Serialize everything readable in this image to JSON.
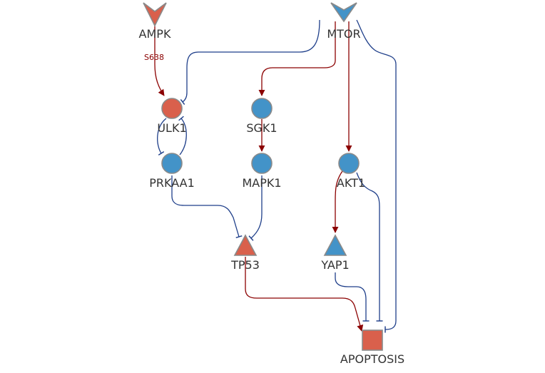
{
  "colors": {
    "up": "#d9604c",
    "down": "#4393c8",
    "activation": "#8b0000",
    "inhibition": "#1f3f8a",
    "node_border": "#8a8a8a",
    "label": "#333333"
  },
  "nodes": {
    "ampk": {
      "label": "AMPK",
      "shape": "vee",
      "color": "up"
    },
    "mtor": {
      "label": "MTOR",
      "shape": "vee",
      "color": "down"
    },
    "ulk1": {
      "label": "ULK1",
      "shape": "circle",
      "color": "up"
    },
    "sgk1": {
      "label": "SGK1",
      "shape": "circle",
      "color": "down"
    },
    "prkaa1": {
      "label": "PRKAA1",
      "shape": "circle",
      "color": "down"
    },
    "mapk1": {
      "label": "MAPK1",
      "shape": "circle",
      "color": "down"
    },
    "akt1": {
      "label": "AKT1",
      "shape": "circle",
      "color": "down"
    },
    "tp53": {
      "label": "TP53",
      "shape": "triangle",
      "color": "up"
    },
    "yap1": {
      "label": "YAP1",
      "shape": "triangle",
      "color": "down"
    },
    "apoptosis": {
      "label": "APOPTOSIS",
      "shape": "square",
      "color": "up"
    }
  },
  "edges": [
    {
      "source": "AMPK",
      "target": "ULK1",
      "type": "activation",
      "label": "S638"
    },
    {
      "source": "MTOR",
      "target": "ULK1",
      "type": "inhibition"
    },
    {
      "source": "MTOR",
      "target": "SGK1",
      "type": "activation"
    },
    {
      "source": "MTOR",
      "target": "AKT1",
      "type": "activation"
    },
    {
      "source": "MTOR",
      "target": "APOPTOSIS",
      "type": "inhibition"
    },
    {
      "source": "ULK1",
      "target": "PRKAA1",
      "type": "inhibition"
    },
    {
      "source": "PRKAA1",
      "target": "ULK1",
      "type": "inhibition"
    },
    {
      "source": "SGK1",
      "target": "MAPK1",
      "type": "activation"
    },
    {
      "source": "PRKAA1",
      "target": "TP53",
      "type": "inhibition"
    },
    {
      "source": "MAPK1",
      "target": "TP53",
      "type": "inhibition"
    },
    {
      "source": "AKT1",
      "target": "YAP1",
      "type": "activation"
    },
    {
      "source": "AKT1",
      "target": "APOPTOSIS",
      "type": "inhibition"
    },
    {
      "source": "TP53",
      "target": "APOPTOSIS",
      "type": "activation"
    },
    {
      "source": "YAP1",
      "target": "APOPTOSIS",
      "type": "inhibition"
    }
  ]
}
